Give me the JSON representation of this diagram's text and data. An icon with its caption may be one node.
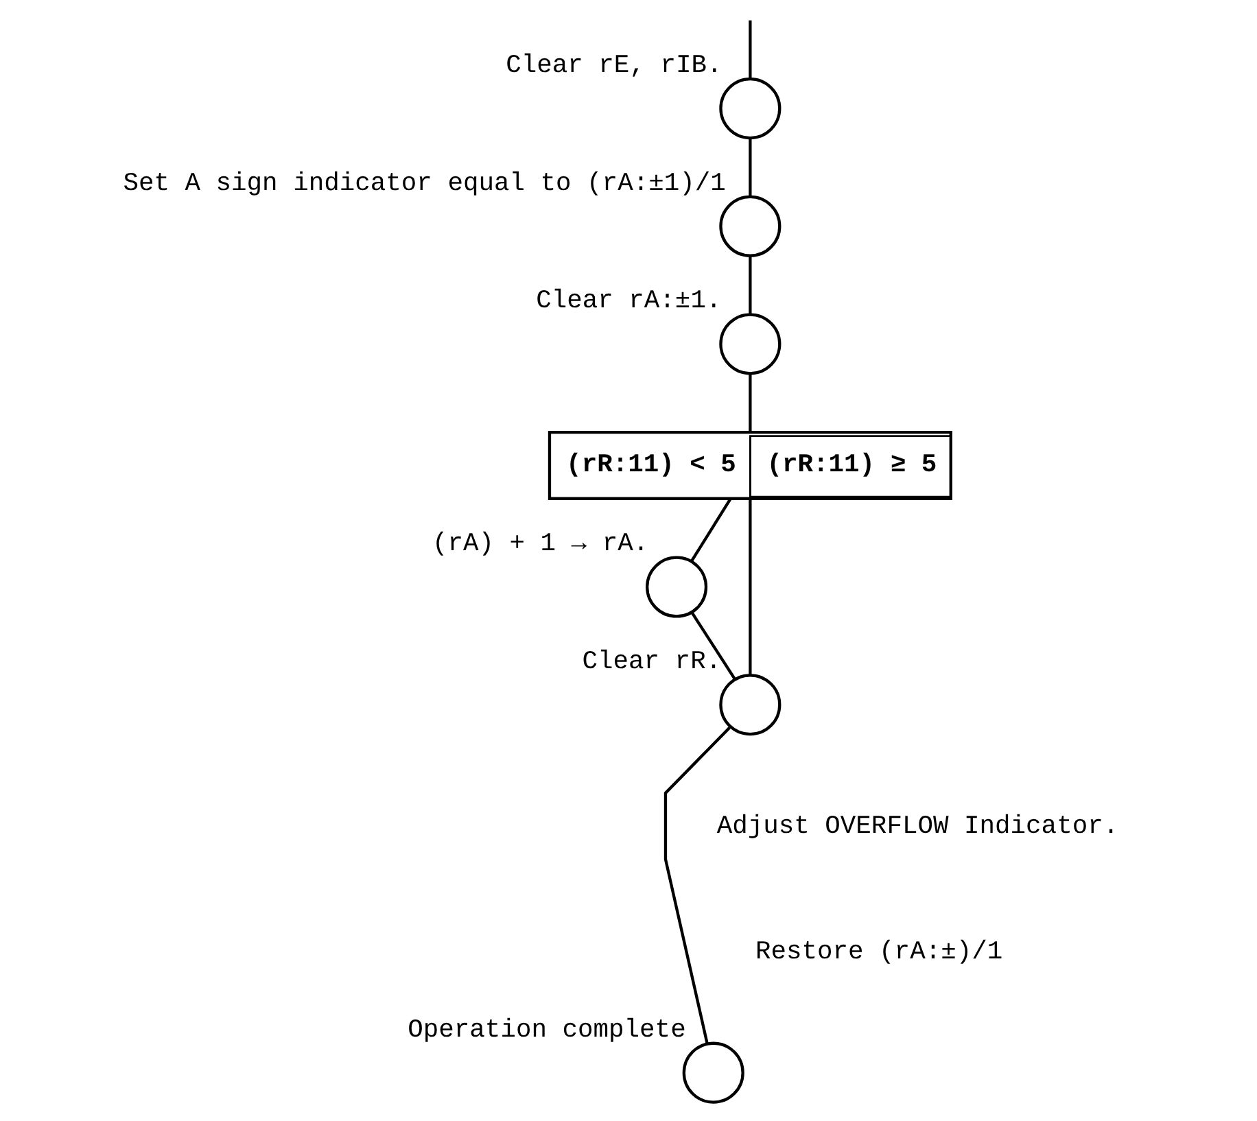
{
  "diagram": {
    "nodes": [
      {
        "text": [],
        "shape": "circle",
        "beside": [
          "Clear rE, rIB."
        ]
      },
      {
        "text": [],
        "shape": "circle",
        "beside": [
          "Set A sign indicator equal to (rA:±1)/1"
        ]
      },
      {
        "text": [],
        "shape": "circle",
        "beside": [
          "Clear rA:±1."
        ]
      },
      {
        "text": [
          "(rR:11) < 5",
          "(rR:11) ≥ 5"
        ]
      },
      {
        "text": [],
        "shape": "circle",
        "beside": [
          "(rA) + 1 → rA."
        ]
      },
      {
        "text": [],
        "shape": "circle",
        "beside": [
          "Clear rR."
        ]
      },
      {
        "text": [],
        "shape": "circle",
        "beside": [
          "Operation complete"
        ]
      }
    ],
    "edges": [
      {
        "from": null,
        "to": 0,
        "arrow": "none"
      },
      {
        "from": 0,
        "to": 1,
        "arrow": "none"
      },
      {
        "from": 1,
        "to": 2,
        "arrow": "none"
      },
      {
        "from": 2,
        "to": 3,
        "arrow": "none"
      },
      {
        "from": 3,
        "to": 5,
        "arrow": "none"
      },
      {
        "from": 3,
        "to": 4,
        "arrow": "none"
      },
      {
        "from": 4,
        "to": 5,
        "arrow": "none"
      },
      {
        "from": 5,
        "to": 6,
        "arrow": "none"
      }
    ],
    "labels": [
      "Adjust OVERFLOW Indicator.",
      "Restore (rA:±)/1"
    ]
  }
}
